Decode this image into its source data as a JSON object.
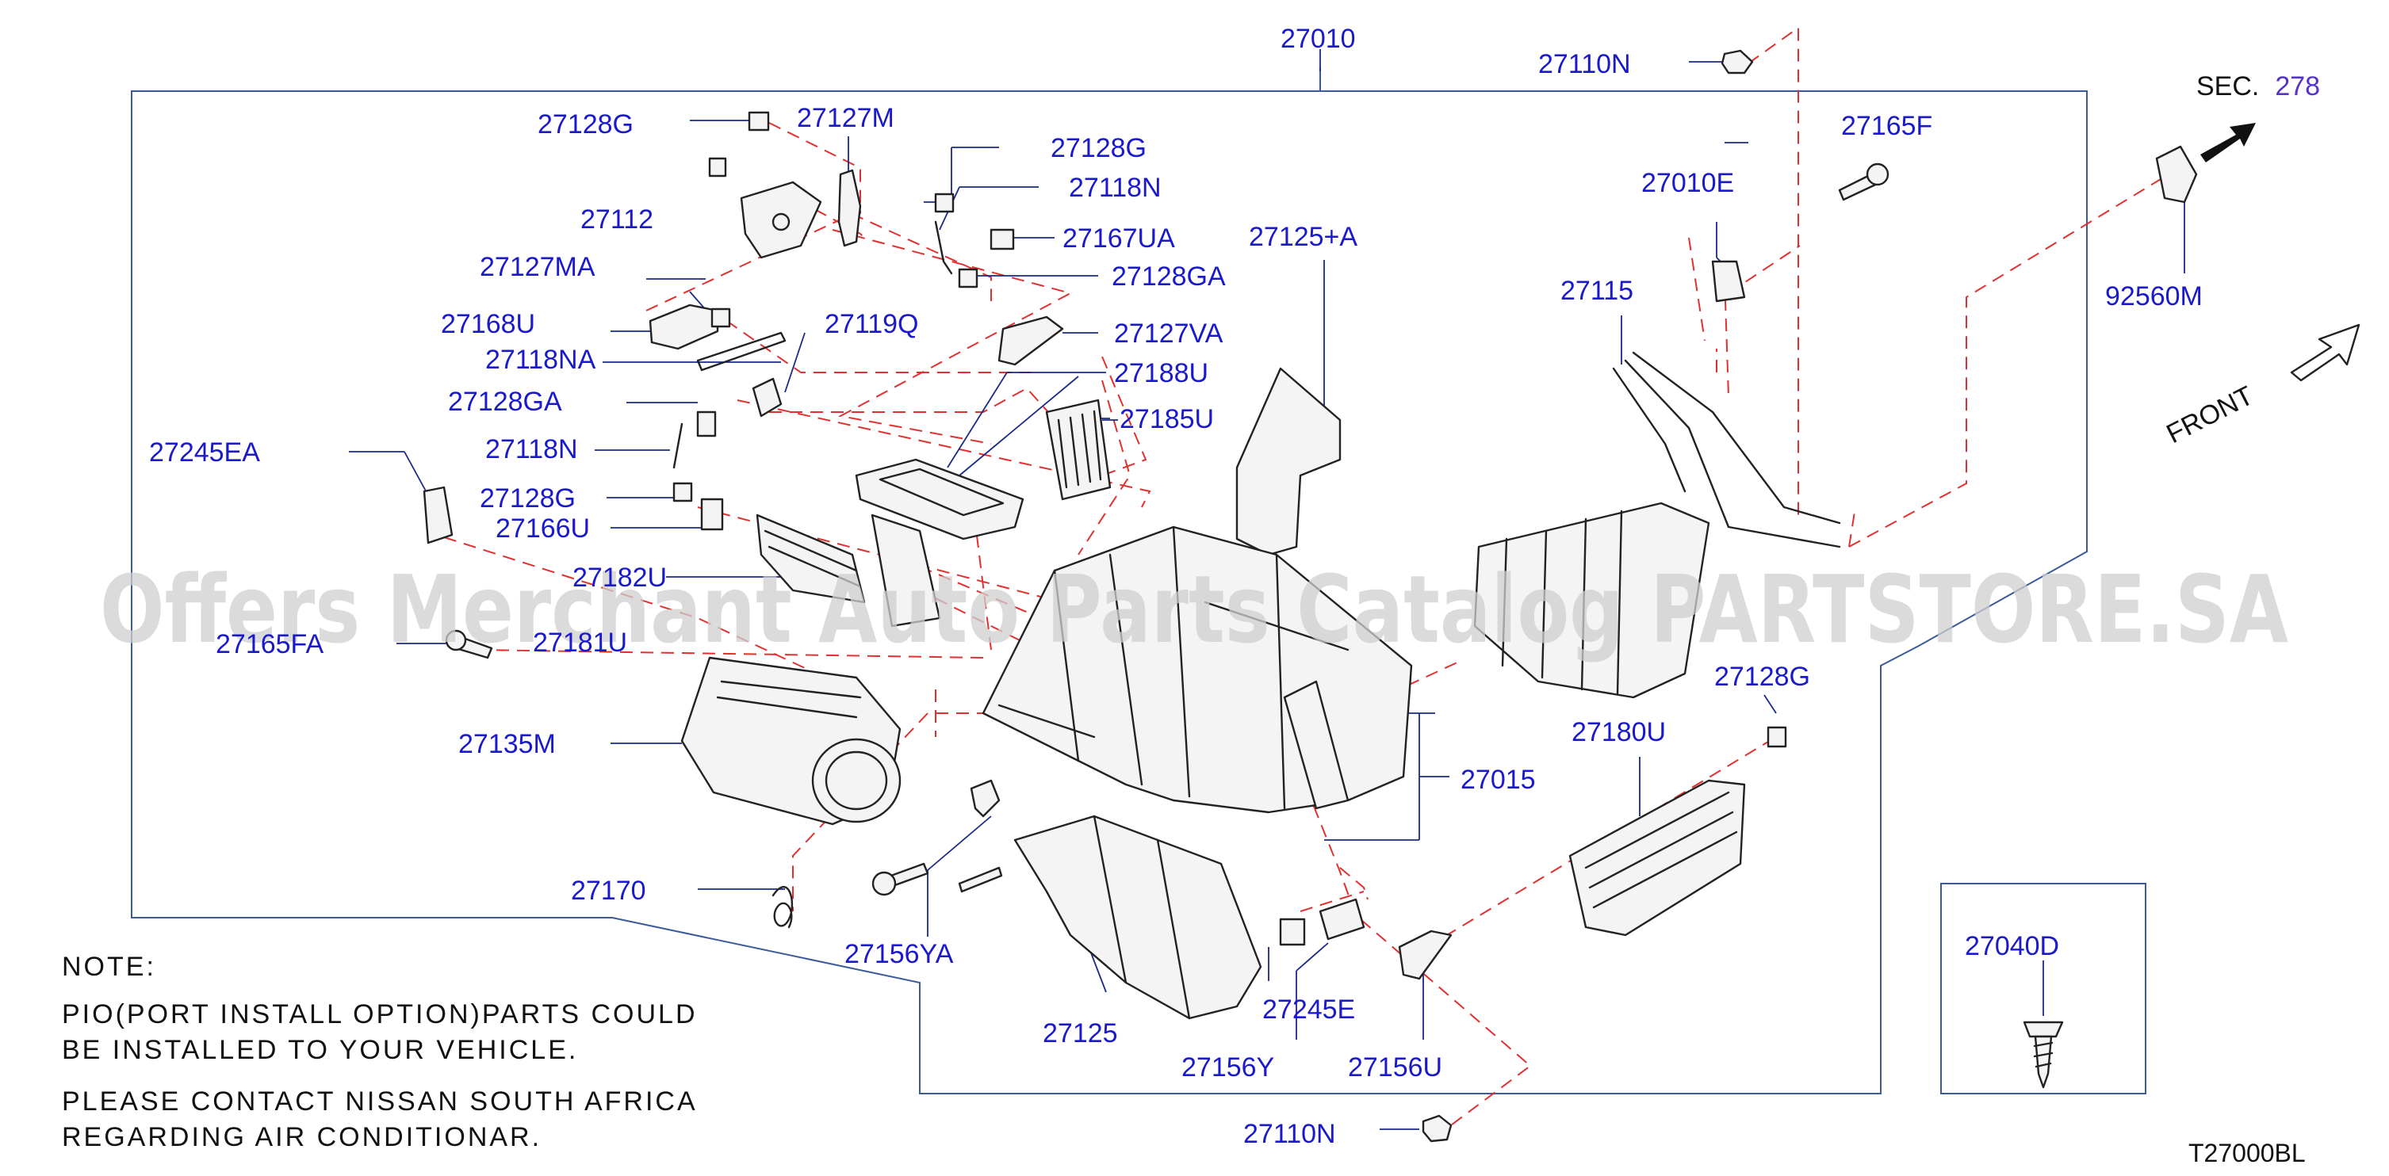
{
  "labels": {
    "p27010": "27010",
    "p27110N_top": "27110N",
    "sec_prefix": "SEC.",
    "sec_number": "278",
    "p27128G_a": "27128G",
    "p27127M": "27127M",
    "p27128G_b": "27128G",
    "p27165F": "27165F",
    "p27112": "27112",
    "p27118N_a": "27118N",
    "p27010E": "27010E",
    "p27167UA": "27167UA",
    "p27125A": "27125+A",
    "p27127MA": "27127MA",
    "p27128GA_a": "27128GA",
    "p27115": "27115",
    "p92560M": "92560M",
    "p27168U": "27168U",
    "p27119Q": "27119Q",
    "p27127VA": "27127VA",
    "p27118NA": "27118NA",
    "p27188U": "27188U",
    "front": "FRONT",
    "p27128GA_b": "27128GA",
    "p27185U": "27185U",
    "p27245EA": "27245EA",
    "p27118N_b": "27118N",
    "p27128G_c": "27128G",
    "p27166U": "27166U",
    "p27182U": "27182U",
    "p27165FA": "27165FA",
    "p27181U": "27181U",
    "p27128G_d": "27128G",
    "p27180U": "27180U",
    "p27135M": "27135M",
    "p27015": "27015",
    "p27170": "27170",
    "p27040D": "27040D",
    "p27156YA": "27156YA",
    "p27245E": "27245E",
    "p27125": "27125",
    "p27156Y": "27156Y",
    "p27156U": "27156U",
    "p27110N_bottom": "27110N"
  },
  "note": {
    "title": "NOTE:",
    "line1": "PIO(PORT INSTALL OPTION)PARTS COULD",
    "line2": "BE INSTALLED TO YOUR VEHICLE.",
    "line3": "PLEASE CONTACT NISSAN SOUTH AFRICA",
    "line4": "REGARDING AIR CONDITIONAR."
  },
  "watermark": "Offers Merchant Auto Parts Catalog PARTSTORE.SA",
  "diagram_code": "T27000BL",
  "colors": {
    "label": "#1a1acc",
    "dashed_line": "#e23030",
    "frame": "#3a5a9a",
    "watermark": "#cfcfcf"
  }
}
